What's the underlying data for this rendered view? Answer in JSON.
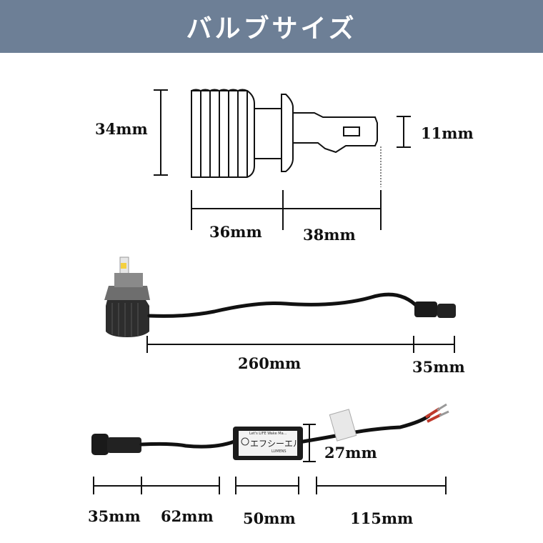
{
  "header": {
    "title": "バルブサイズ"
  },
  "bulb": {
    "height": "34mm",
    "tab": "11mm",
    "body_length": "36mm",
    "base_length": "38mm"
  },
  "cable_1": {
    "length": "260mm",
    "connector": "35mm"
  },
  "cable_2": {
    "connector": "35mm",
    "cable": "62mm",
    "box": "50mm",
    "box_height": "27mm",
    "wire": "115mm"
  },
  "box_label": {
    "line1": "Let's LIFE Wake Ma…",
    "line2": "エフシーエル",
    "line3": "LUMENS"
  },
  "colors": {
    "header": "#6d7f96",
    "ink": "#111111"
  }
}
